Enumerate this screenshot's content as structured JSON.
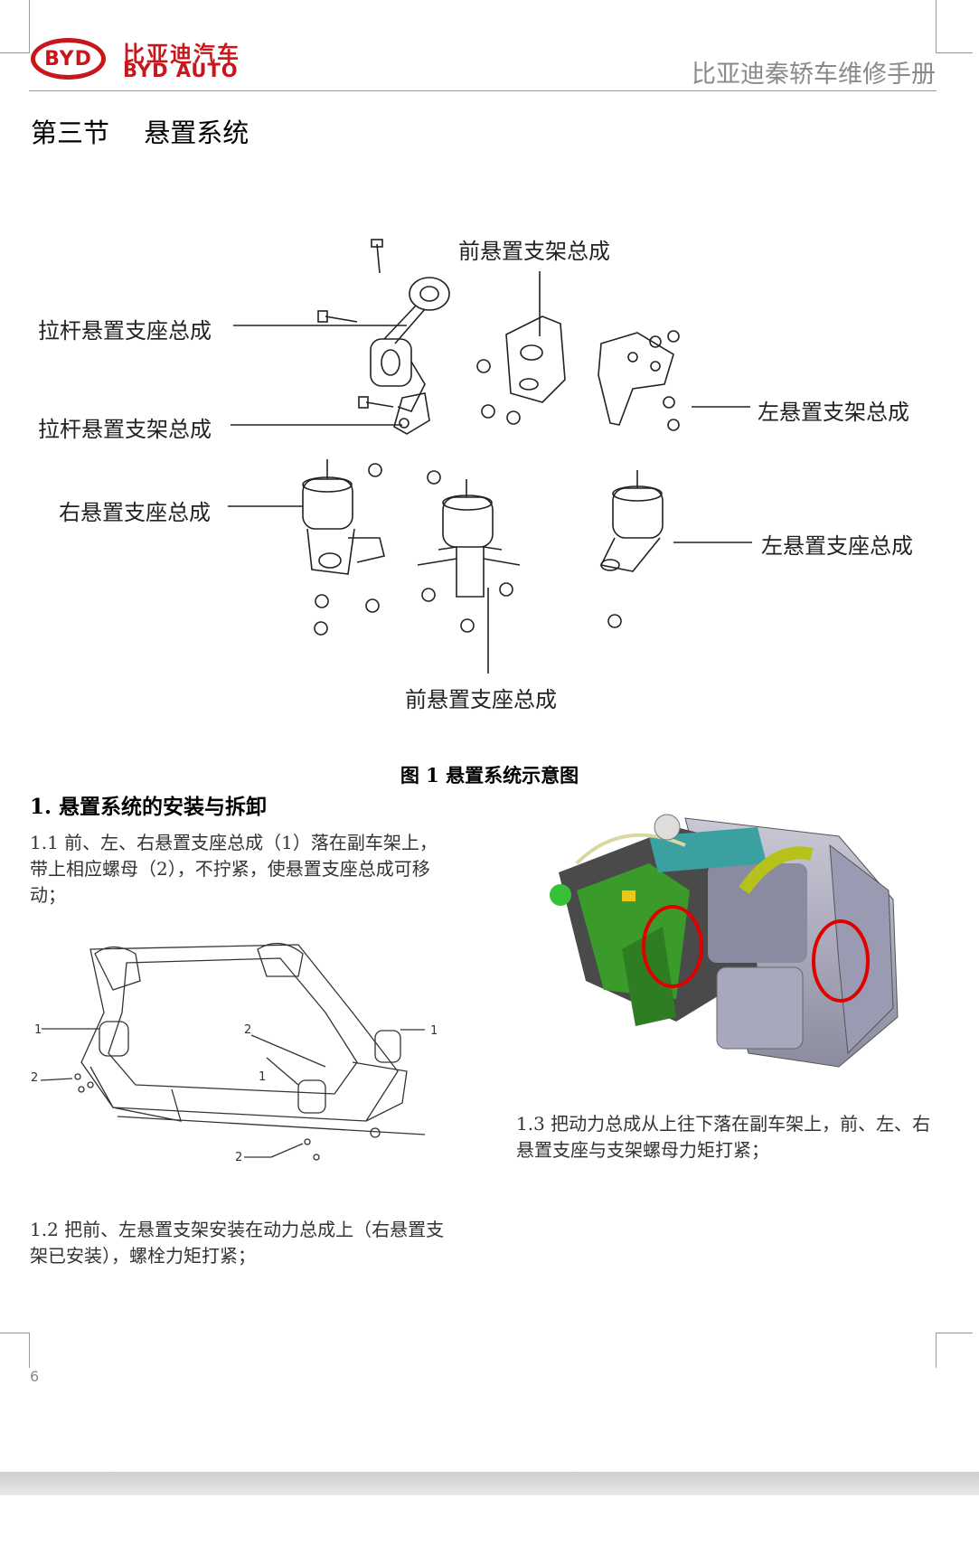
{
  "header": {
    "logo_text": "BYD",
    "brand_cn": "比亚迪汽车",
    "brand_en": "BYD AUTO",
    "manual_title": "比亚迪秦轿车维修手册"
  },
  "section_title": "第三节　 悬置系统",
  "figure1": {
    "labels": {
      "front_bracket": "前悬置支架总成",
      "torque_rod_mount": "拉杆悬置支座总成",
      "torque_rod_bracket": "拉杆悬置支架总成",
      "left_bracket": "左悬置支架总成",
      "right_mount": "右悬置支座总成",
      "left_mount": "左悬置支座总成",
      "front_mount": "前悬置支座总成"
    },
    "caption": "图 1  悬置系统示意图"
  },
  "subsection_heading": "1. 悬置系统的安装与拆卸",
  "steps": {
    "s1_1": "1.1 前、左、右悬置支座总成（1）落在副车架上，带上相应螺母（2），不拧紧，使悬置支座总成可移动；",
    "s1_2": "1.2 把前、左悬置支架安装在动力总成上（右悬置支架已安装），螺栓力矩打紧；",
    "s1_3": "1.3 把动力总成从上往下落在副车架上，前、左、右悬置支座与支架螺母力矩打紧；"
  },
  "subframe_figure": {
    "label_1": "1",
    "label_2": "2"
  },
  "page_number": "6",
  "colors": {
    "brand_red": "#c8161d",
    "highlight_circle": "#e00000",
    "engine_green": "#3a9a2a"
  }
}
